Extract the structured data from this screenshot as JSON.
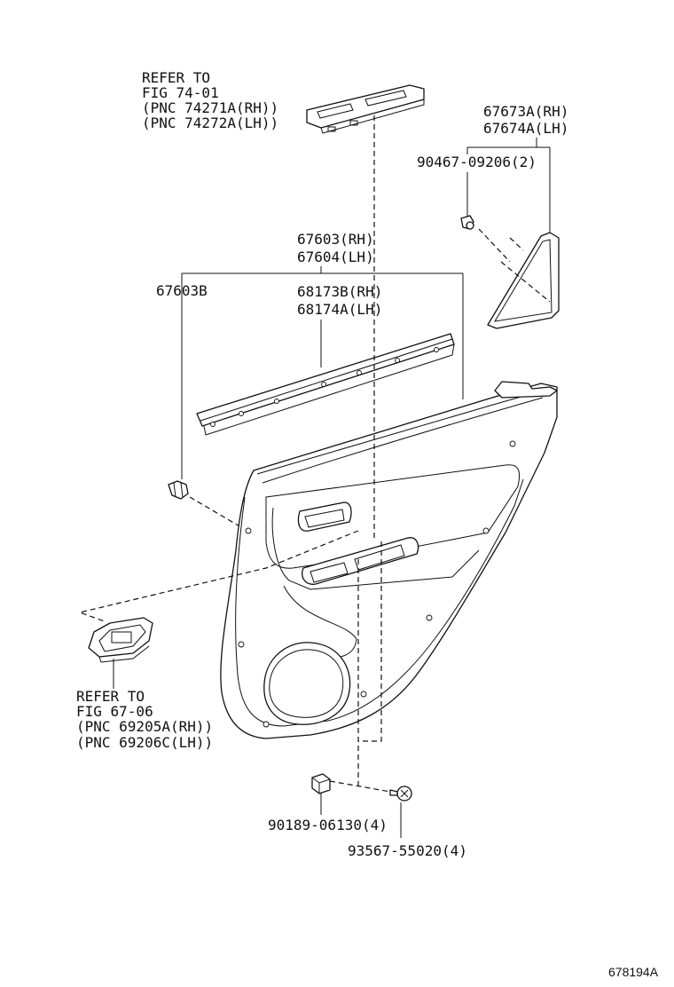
{
  "labels": {
    "refer_top": [
      "REFER TO",
      "FIG 74-01",
      "(PNC 74271A(RH))",
      "(PNC 74272A(LH))"
    ],
    "garnish": [
      "67673A(RH)",
      "67674A(LH)"
    ],
    "clip_garnish": "90467-09206(2)",
    "board": [
      "67603(RH)",
      "67604(LH)"
    ],
    "clip_board": "67603B",
    "weatherstrip": [
      "68173B(RH)",
      "68174A(LH)"
    ],
    "refer_bottom": [
      "REFER TO",
      "FIG 67-06",
      "(PNC 69205A(RH))",
      "(PNC 69206C(LH))"
    ],
    "nut": "90189-06130(4)",
    "screw": "93567-55020(4)",
    "figure_id": "678194A"
  }
}
